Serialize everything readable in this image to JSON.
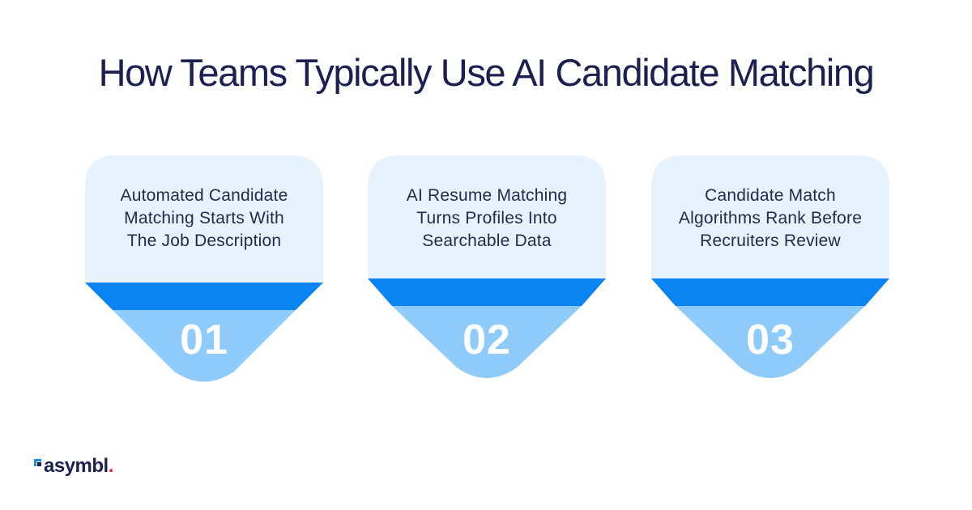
{
  "title": "How Teams Typically Use AI Candidate Matching",
  "cards": [
    {
      "lines": [
        "Automated Candidate",
        "Matching Starts With",
        "The Job Description"
      ],
      "number": "01"
    },
    {
      "lines": [
        "AI Resume Matching",
        "Turns Profiles Into",
        "Searchable Data"
      ],
      "number": "02"
    },
    {
      "lines": [
        "Candidate Match",
        "Algorithms Rank Before",
        "Recruiters Review"
      ],
      "number": "03"
    }
  ],
  "logo": {
    "name": "asymbl",
    "dot": "."
  },
  "colors": {
    "title": "#1b2050",
    "card_background": "#e6f3fd",
    "band_dark": "#0a84f0",
    "band_light": "#8fcbfa",
    "logo_dot": "#e2263b"
  }
}
